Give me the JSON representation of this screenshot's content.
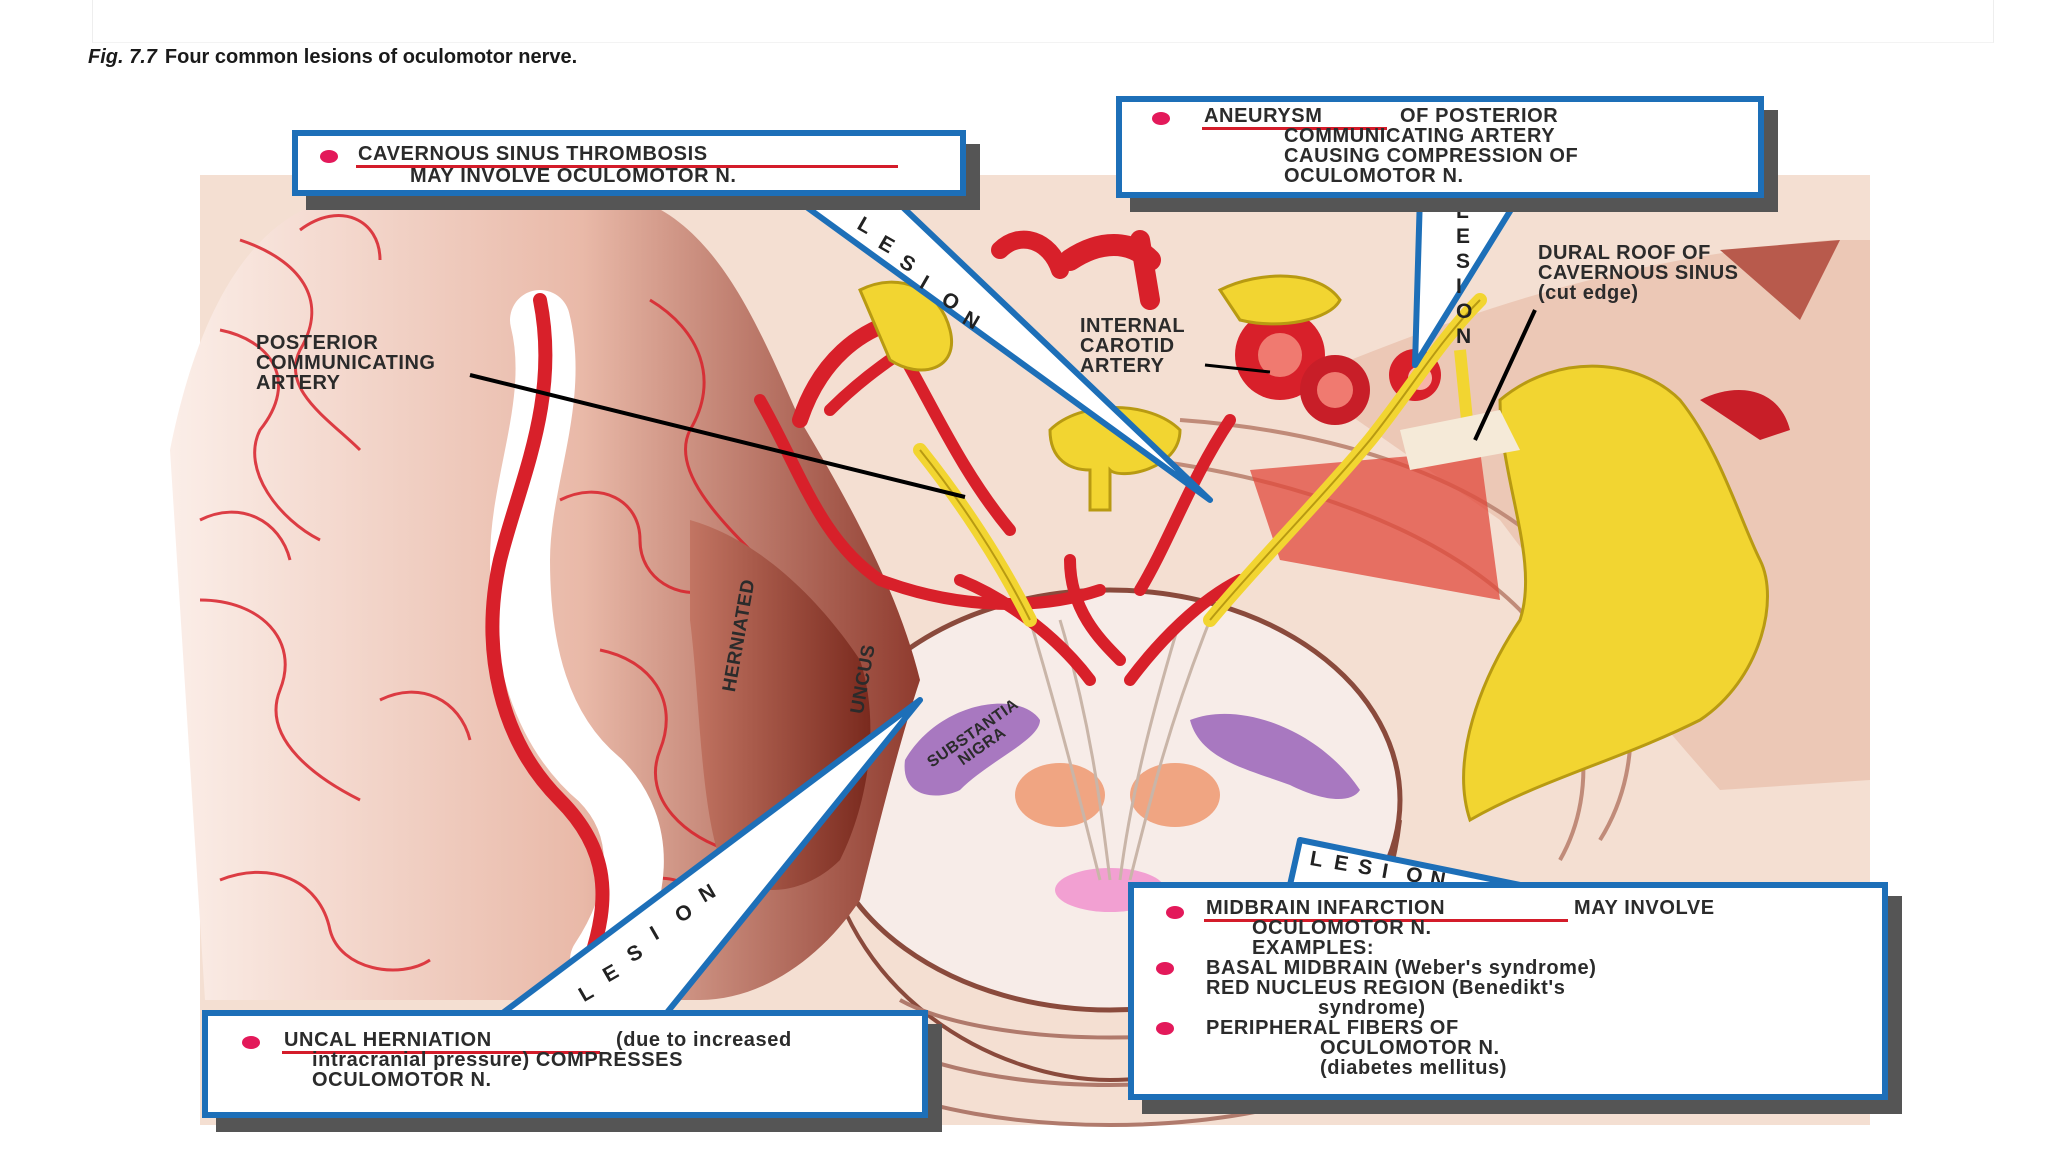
{
  "caption": {
    "fig": "Fig. 7.7",
    "text": "Four common lesions of oculomotor nerve."
  },
  "labels": {
    "posterior_communicating": [
      "POSTERIOR",
      "COMMUNICATING",
      "ARTERY"
    ],
    "internal_carotid": [
      "INTERNAL",
      "CAROTID",
      "ARTERY"
    ],
    "dural_roof": [
      "DURAL ROOF OF",
      "CAVERNOUS SINUS",
      "(cut edge)"
    ],
    "herniated": "HERNIATED",
    "uncus": "UNCUS",
    "substantia": [
      "SUBSTANTIA",
      "NIGRA"
    ]
  },
  "lesion_word": "LESION",
  "callouts": {
    "cavernous": {
      "title": "CAVERNOUS SINUS THROMBOSIS",
      "line2": "MAY INVOLVE OCULOMOTOR N."
    },
    "aneurysm": {
      "title": "ANEURYSM",
      "line1_rest": "OF POSTERIOR",
      "line2": "COMMUNICATING ARTERY",
      "line3": "CAUSING COMPRESSION OF",
      "line4": "OCULOMOTOR N."
    },
    "uncal": {
      "title": "UNCAL HERNIATION",
      "line1_rest": "(due to increased",
      "line2": "intracranial pressure) COMPRESSES",
      "line3": "OCULOMOTOR  N."
    },
    "midbrain": {
      "title": "MIDBRAIN INFARCTION",
      "line1_rest": "MAY INVOLVE",
      "line2": "OCULOMOTOR N.",
      "line3": "EXAMPLES:",
      "line4": "BASAL MIDBRAIN (Weber's syndrome)",
      "line5": "RED NUCLEUS REGION (Benedikt's",
      "line6": "syndrome)",
      "line7": "PERIPHERAL FIBERS OF",
      "line8": "OCULOMOTOR N.",
      "line9": "(diabetes mellitus)"
    }
  },
  "colors": {
    "callout_border": "#1d6fb8",
    "bullet": "#e3195a",
    "artery": "#d8202a",
    "brain": "#b85a4c",
    "nerve": "#f2d531",
    "background_tissue": "#f4dfd2",
    "nigra": "#a878c0"
  }
}
